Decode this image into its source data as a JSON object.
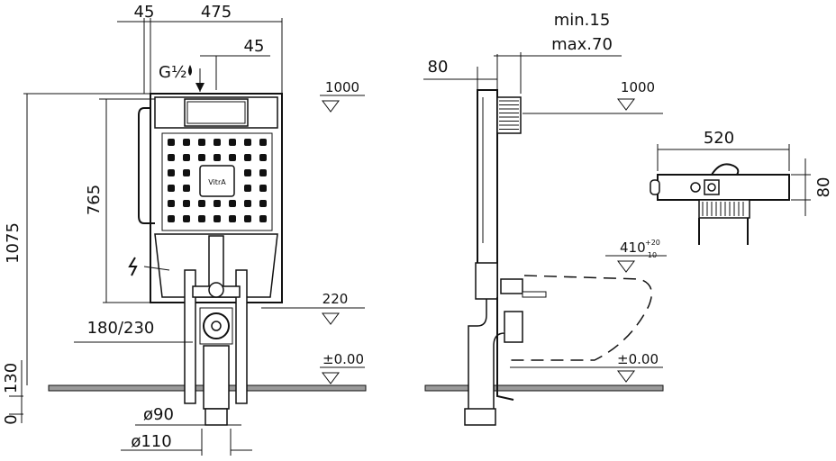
{
  "front_view": {
    "width_label": "475",
    "offset_label": "45",
    "inlet_offset_label": "45",
    "water_connection_label": "G½",
    "frame_height_label": "1075",
    "cistern_height_label": "765",
    "flush_pipe_label": "180/230",
    "pipe_dia_label": "ø90",
    "drain_dia_label": "ø110",
    "range_top_label": "130",
    "range_bottom_label": "0",
    "level_1000_label": "1000",
    "level_220_label": "220",
    "level_zero_label": "±0.00",
    "brand_label": "VitrA"
  },
  "side_view": {
    "depth_label": "80",
    "wall_min_label": "min.15",
    "wall_max_label": "max.70",
    "level_1000_label": "1000",
    "bowl_height_label": "410",
    "bowl_tol_plus": "+20",
    "bowl_tol_minus": "-10",
    "level_zero_label": "±0.00"
  },
  "top_view": {
    "width_label": "520",
    "depth_label": "80"
  }
}
